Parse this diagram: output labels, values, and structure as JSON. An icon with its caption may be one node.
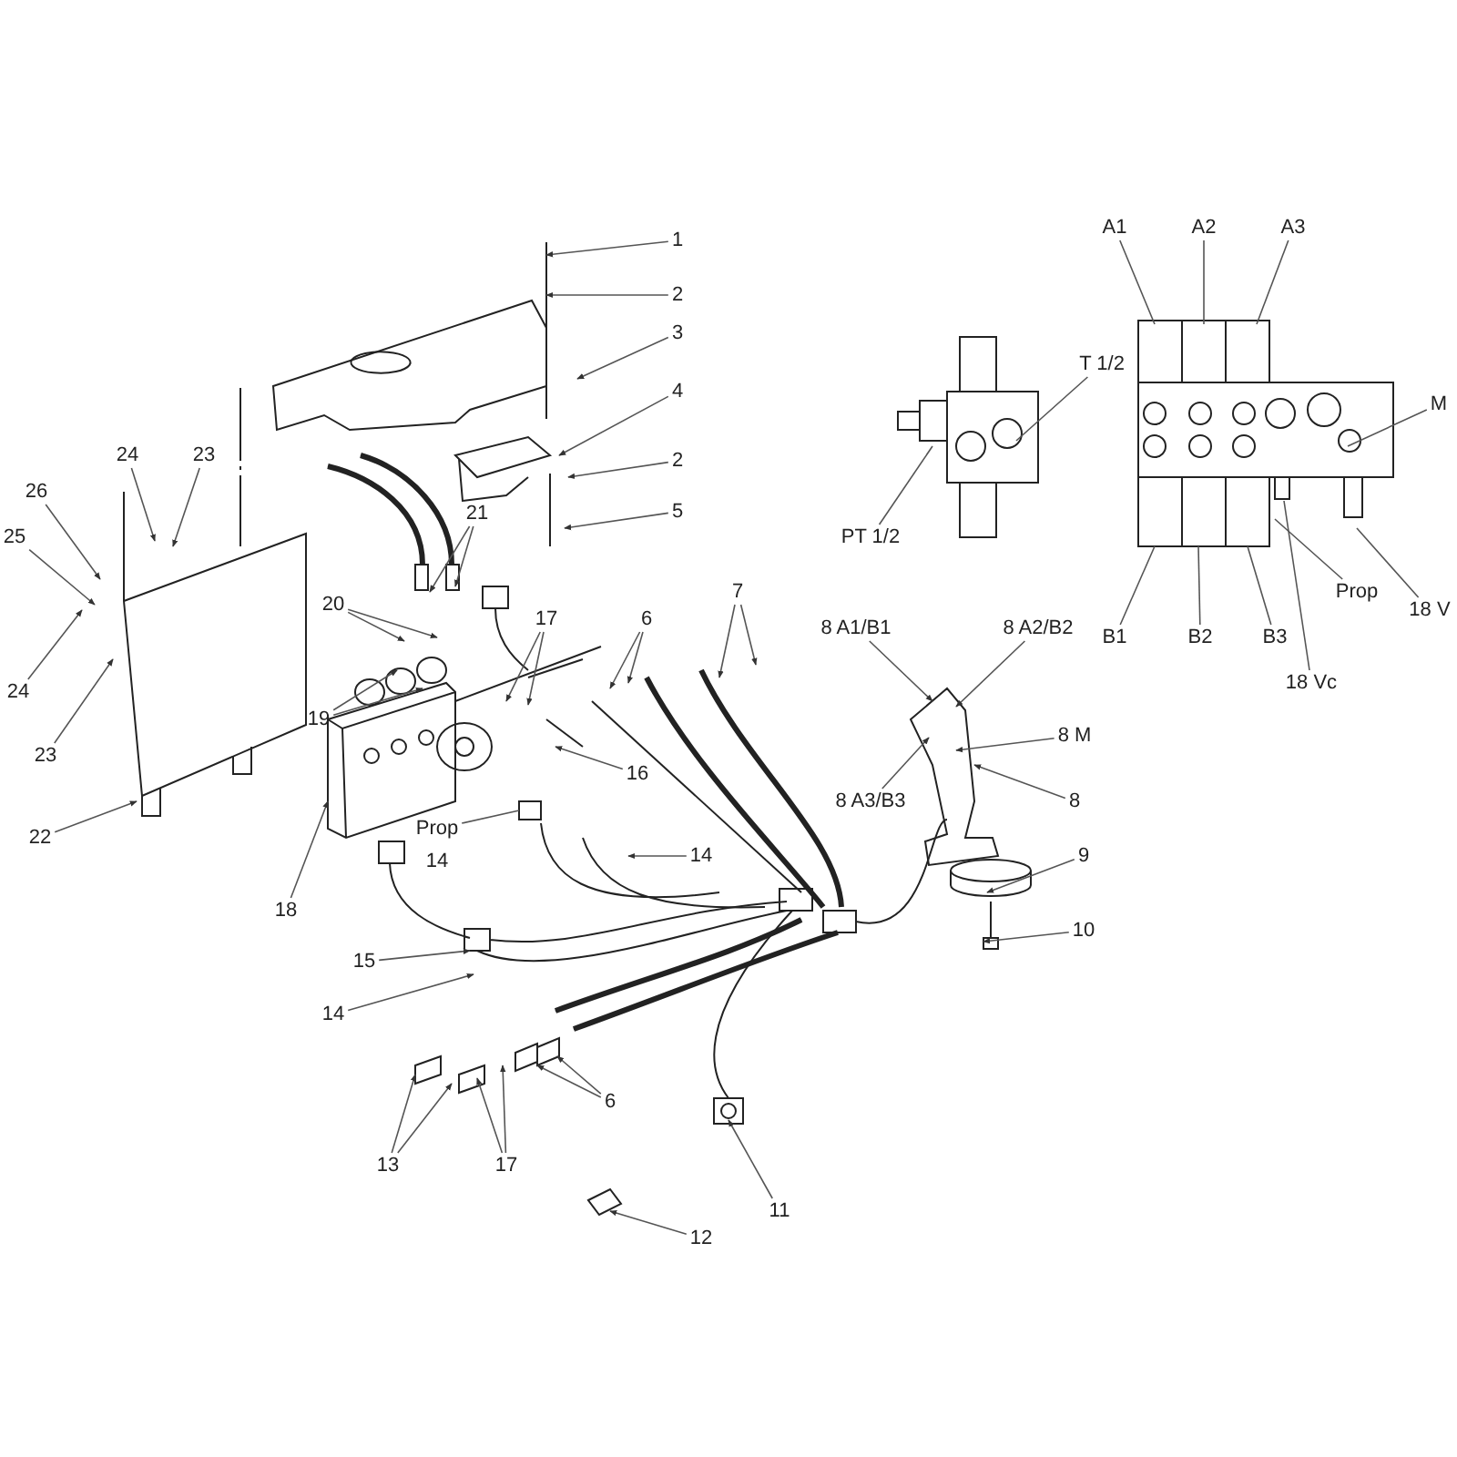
{
  "diagram": {
    "nodes": [
      {
        "text": [
          "1"
        ]
      },
      {
        "text": [
          "2"
        ]
      },
      {
        "text": [
          "3"
        ]
      },
      {
        "text": [
          "4"
        ]
      },
      {
        "text": [
          "2"
        ]
      },
      {
        "text": [
          "5"
        ]
      },
      {
        "text": [
          "6"
        ]
      },
      {
        "text": [
          "7"
        ]
      },
      {
        "text": [
          "26"
        ]
      },
      {
        "text": [
          "25"
        ]
      },
      {
        "text": [
          "24"
        ]
      },
      {
        "text": [
          "23"
        ]
      },
      {
        "text": [
          "24"
        ]
      },
      {
        "text": [
          "23"
        ]
      },
      {
        "text": [
          "22"
        ]
      },
      {
        "text": [
          "20"
        ]
      },
      {
        "text": [
          "19"
        ]
      },
      {
        "text": [
          "21"
        ]
      },
      {
        "text": [
          "17"
        ]
      },
      {
        "text": [
          "16"
        ]
      },
      {
        "text": [
          "14"
        ]
      },
      {
        "text": [
          "Prop"
        ]
      },
      {
        "text": [
          "18"
        ]
      },
      {
        "text": [
          "15"
        ]
      },
      {
        "text": [
          "14"
        ]
      },
      {
        "text": [
          "13"
        ]
      },
      {
        "text": [
          "17"
        ]
      },
      {
        "text": [
          "6"
        ]
      },
      {
        "text": [
          "12"
        ]
      },
      {
        "text": [
          "11"
        ]
      },
      {
        "text": [
          "10"
        ]
      },
      {
        "text": [
          "9"
        ]
      },
      {
        "text": [
          "8"
        ]
      },
      {
        "text": [
          "8 M"
        ]
      },
      {
        "text": [
          "8 A1/B1"
        ]
      },
      {
        "text": [
          "8 A2/B2"
        ]
      },
      {
        "text": [
          "8 A3/B3"
        ]
      },
      {
        "text": [
          "PT 1/2"
        ]
      },
      {
        "text": [
          "T 1/2"
        ]
      },
      {
        "text": [
          "A1"
        ]
      },
      {
        "text": [
          "A2"
        ]
      },
      {
        "text": [
          "A3"
        ]
      },
      {
        "text": [
          "M"
        ]
      },
      {
        "text": [
          "B1"
        ]
      },
      {
        "text": [
          "B2"
        ]
      },
      {
        "text": [
          "B3"
        ]
      },
      {
        "text": [
          "Prop"
        ]
      },
      {
        "text": [
          "18 Vc"
        ]
      },
      {
        "text": [
          "18 V"
        ]
      }
    ],
    "edges": [
      {
        "from": 0,
        "to": null,
        "arrow": "to"
      },
      {
        "from": 1,
        "to": null,
        "arrow": "to"
      },
      {
        "from": 2,
        "to": null,
        "arrow": "to"
      },
      {
        "from": 3,
        "to": null,
        "arrow": "to"
      },
      {
        "from": 4,
        "to": null,
        "arrow": "to"
      },
      {
        "from": 5,
        "to": null,
        "arrow": "to"
      },
      {
        "from": 6,
        "to": null,
        "arrow": "to"
      },
      {
        "from": 6,
        "to": null,
        "arrow": "to"
      },
      {
        "from": 7,
        "to": null,
        "arrow": "to"
      },
      {
        "from": 7,
        "to": null,
        "arrow": "to"
      },
      {
        "from": 8,
        "to": null,
        "arrow": "to"
      },
      {
        "from": 9,
        "to": null,
        "arrow": "to"
      },
      {
        "from": 10,
        "to": null,
        "arrow": "to"
      },
      {
        "from": 11,
        "to": null,
        "arrow": "to"
      },
      {
        "from": 12,
        "to": null,
        "arrow": "to"
      },
      {
        "from": 13,
        "to": null,
        "arrow": "to"
      },
      {
        "from": 14,
        "to": null,
        "arrow": "to"
      },
      {
        "from": 15,
        "to": null,
        "arrow": "to"
      },
      {
        "from": 15,
        "to": null,
        "arrow": "to"
      },
      {
        "from": 16,
        "to": null,
        "arrow": "to"
      },
      {
        "from": 16,
        "to": null,
        "arrow": "to"
      },
      {
        "from": 17,
        "to": null,
        "arrow": "to"
      },
      {
        "from": 17,
        "to": null,
        "arrow": "to"
      },
      {
        "from": 18,
        "to": null,
        "arrow": "to"
      },
      {
        "from": 18,
        "to": null,
        "arrow": "to"
      },
      {
        "from": 19,
        "to": null,
        "arrow": "to"
      },
      {
        "from": 20,
        "to": null,
        "arrow": "to"
      },
      {
        "from": 21,
        "to": null,
        "arrow": "none"
      },
      {
        "from": 22,
        "to": null,
        "arrow": "to"
      },
      {
        "from": 23,
        "to": null,
        "arrow": "to"
      },
      {
        "from": 24,
        "to": null,
        "arrow": "to"
      },
      {
        "from": 25,
        "to": null,
        "arrow": "to"
      },
      {
        "from": 25,
        "to": null,
        "arrow": "to"
      },
      {
        "from": 26,
        "to": null,
        "arrow": "to"
      },
      {
        "from": 26,
        "to": null,
        "arrow": "to"
      },
      {
        "from": 27,
        "to": null,
        "arrow": "to"
      },
      {
        "from": 27,
        "to": null,
        "arrow": "to"
      },
      {
        "from": 28,
        "to": null,
        "arrow": "to"
      },
      {
        "from": 29,
        "to": null,
        "arrow": "to"
      },
      {
        "from": 30,
        "to": null,
        "arrow": "to"
      },
      {
        "from": 31,
        "to": null,
        "arrow": "to"
      },
      {
        "from": 32,
        "to": null,
        "arrow": "to"
      },
      {
        "from": 33,
        "to": null,
        "arrow": "to"
      },
      {
        "from": 34,
        "to": null,
        "arrow": "to"
      },
      {
        "from": 35,
        "to": null,
        "arrow": "to"
      },
      {
        "from": 36,
        "to": null,
        "arrow": "to"
      },
      {
        "from": 37,
        "to": null,
        "arrow": "none"
      },
      {
        "from": 38,
        "to": null,
        "arrow": "none"
      },
      {
        "from": 39,
        "to": null,
        "arrow": "none"
      },
      {
        "from": 40,
        "to": null,
        "arrow": "none"
      },
      {
        "from": 41,
        "to": null,
        "arrow": "none"
      },
      {
        "from": 42,
        "to": null,
        "arrow": "none"
      },
      {
        "from": 43,
        "to": null,
        "arrow": "none"
      },
      {
        "from": 44,
        "to": null,
        "arrow": "none"
      },
      {
        "from": 45,
        "to": null,
        "arrow": "none"
      },
      {
        "from": 46,
        "to": null,
        "arrow": "none"
      },
      {
        "from": 47,
        "to": null,
        "arrow": "none"
      },
      {
        "from": 48,
        "to": null,
        "arrow": "none"
      }
    ],
    "labels": [
      "14"
    ]
  }
}
